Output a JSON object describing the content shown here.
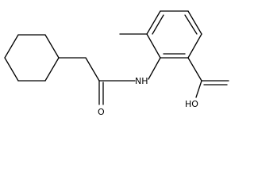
{
  "molecule": {
    "atom_labels": {
      "nh": "NH",
      "o_carbonyl": "O",
      "oh": "HO"
    },
    "colors": {
      "bond": "#000000",
      "background": "#ffffff"
    }
  }
}
